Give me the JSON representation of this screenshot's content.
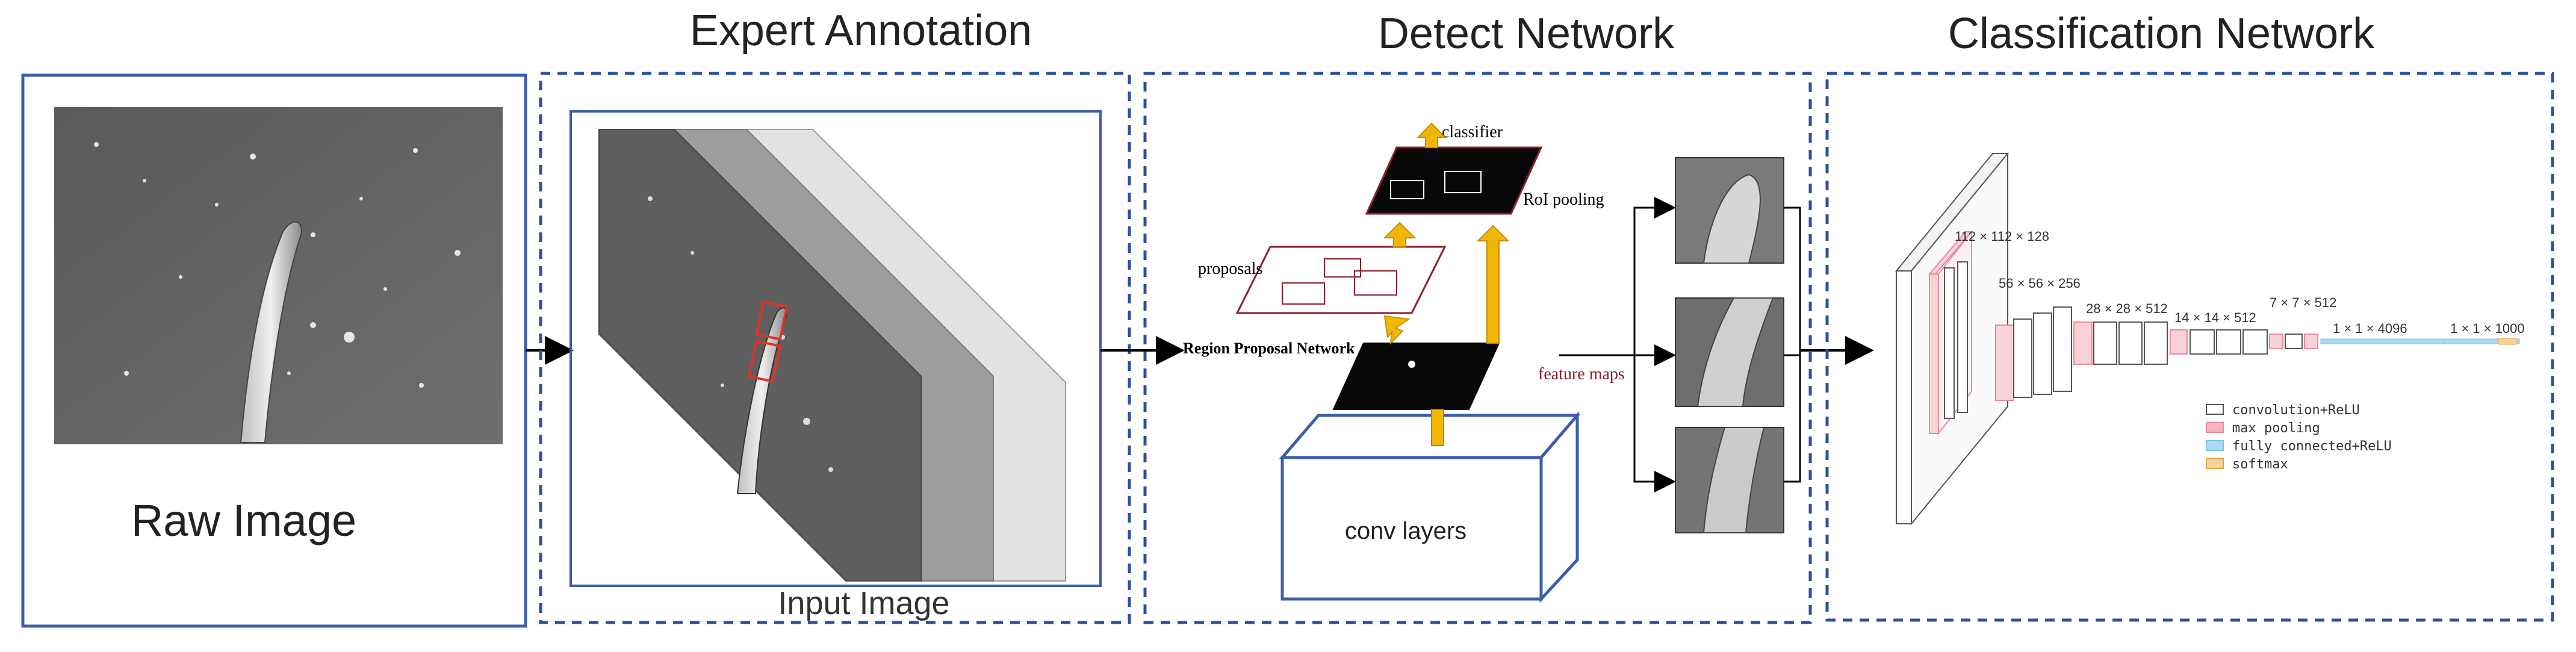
{
  "sections": {
    "raw": {
      "label": "Raw Image"
    },
    "expert": {
      "title": "Expert Annotation",
      "caption": "Input Image"
    },
    "detect": {
      "title": "Detect Network",
      "conv_label": "conv layers",
      "rpn_label": "Region Proposal Network",
      "feature_maps_label": "feature maps",
      "proposals_label": "proposals",
      "roi_label": "RoI pooling",
      "classifier_label": "classifier"
    },
    "classify": {
      "title": "Classification Network",
      "dims": [
        "112 × 112 × 128",
        "56 × 56 × 256",
        "28 × 28 × 512",
        "14 × 14 × 512",
        "7 × 7 × 512",
        "1 × 1 × 4096",
        "1 × 1 × 1000"
      ],
      "legend": [
        {
          "label": "convolution+ReLU",
          "color": "#ffffff"
        },
        {
          "label": "max pooling",
          "color": "#f4b6c2"
        },
        {
          "label": "fully connected+ReLU",
          "color": "#a9dcf2"
        },
        {
          "label": "softmax",
          "color": "#f5d39b"
        }
      ]
    }
  },
  "colors": {
    "frame_blue": "#3d5da8",
    "dashed_blue": "#2f4f9c",
    "arrow_yellow": "#f2b705",
    "annotation_red": "#e0322a",
    "feature_red": "#8b1e2d"
  },
  "icons": [
    "arrow-right-icon"
  ]
}
